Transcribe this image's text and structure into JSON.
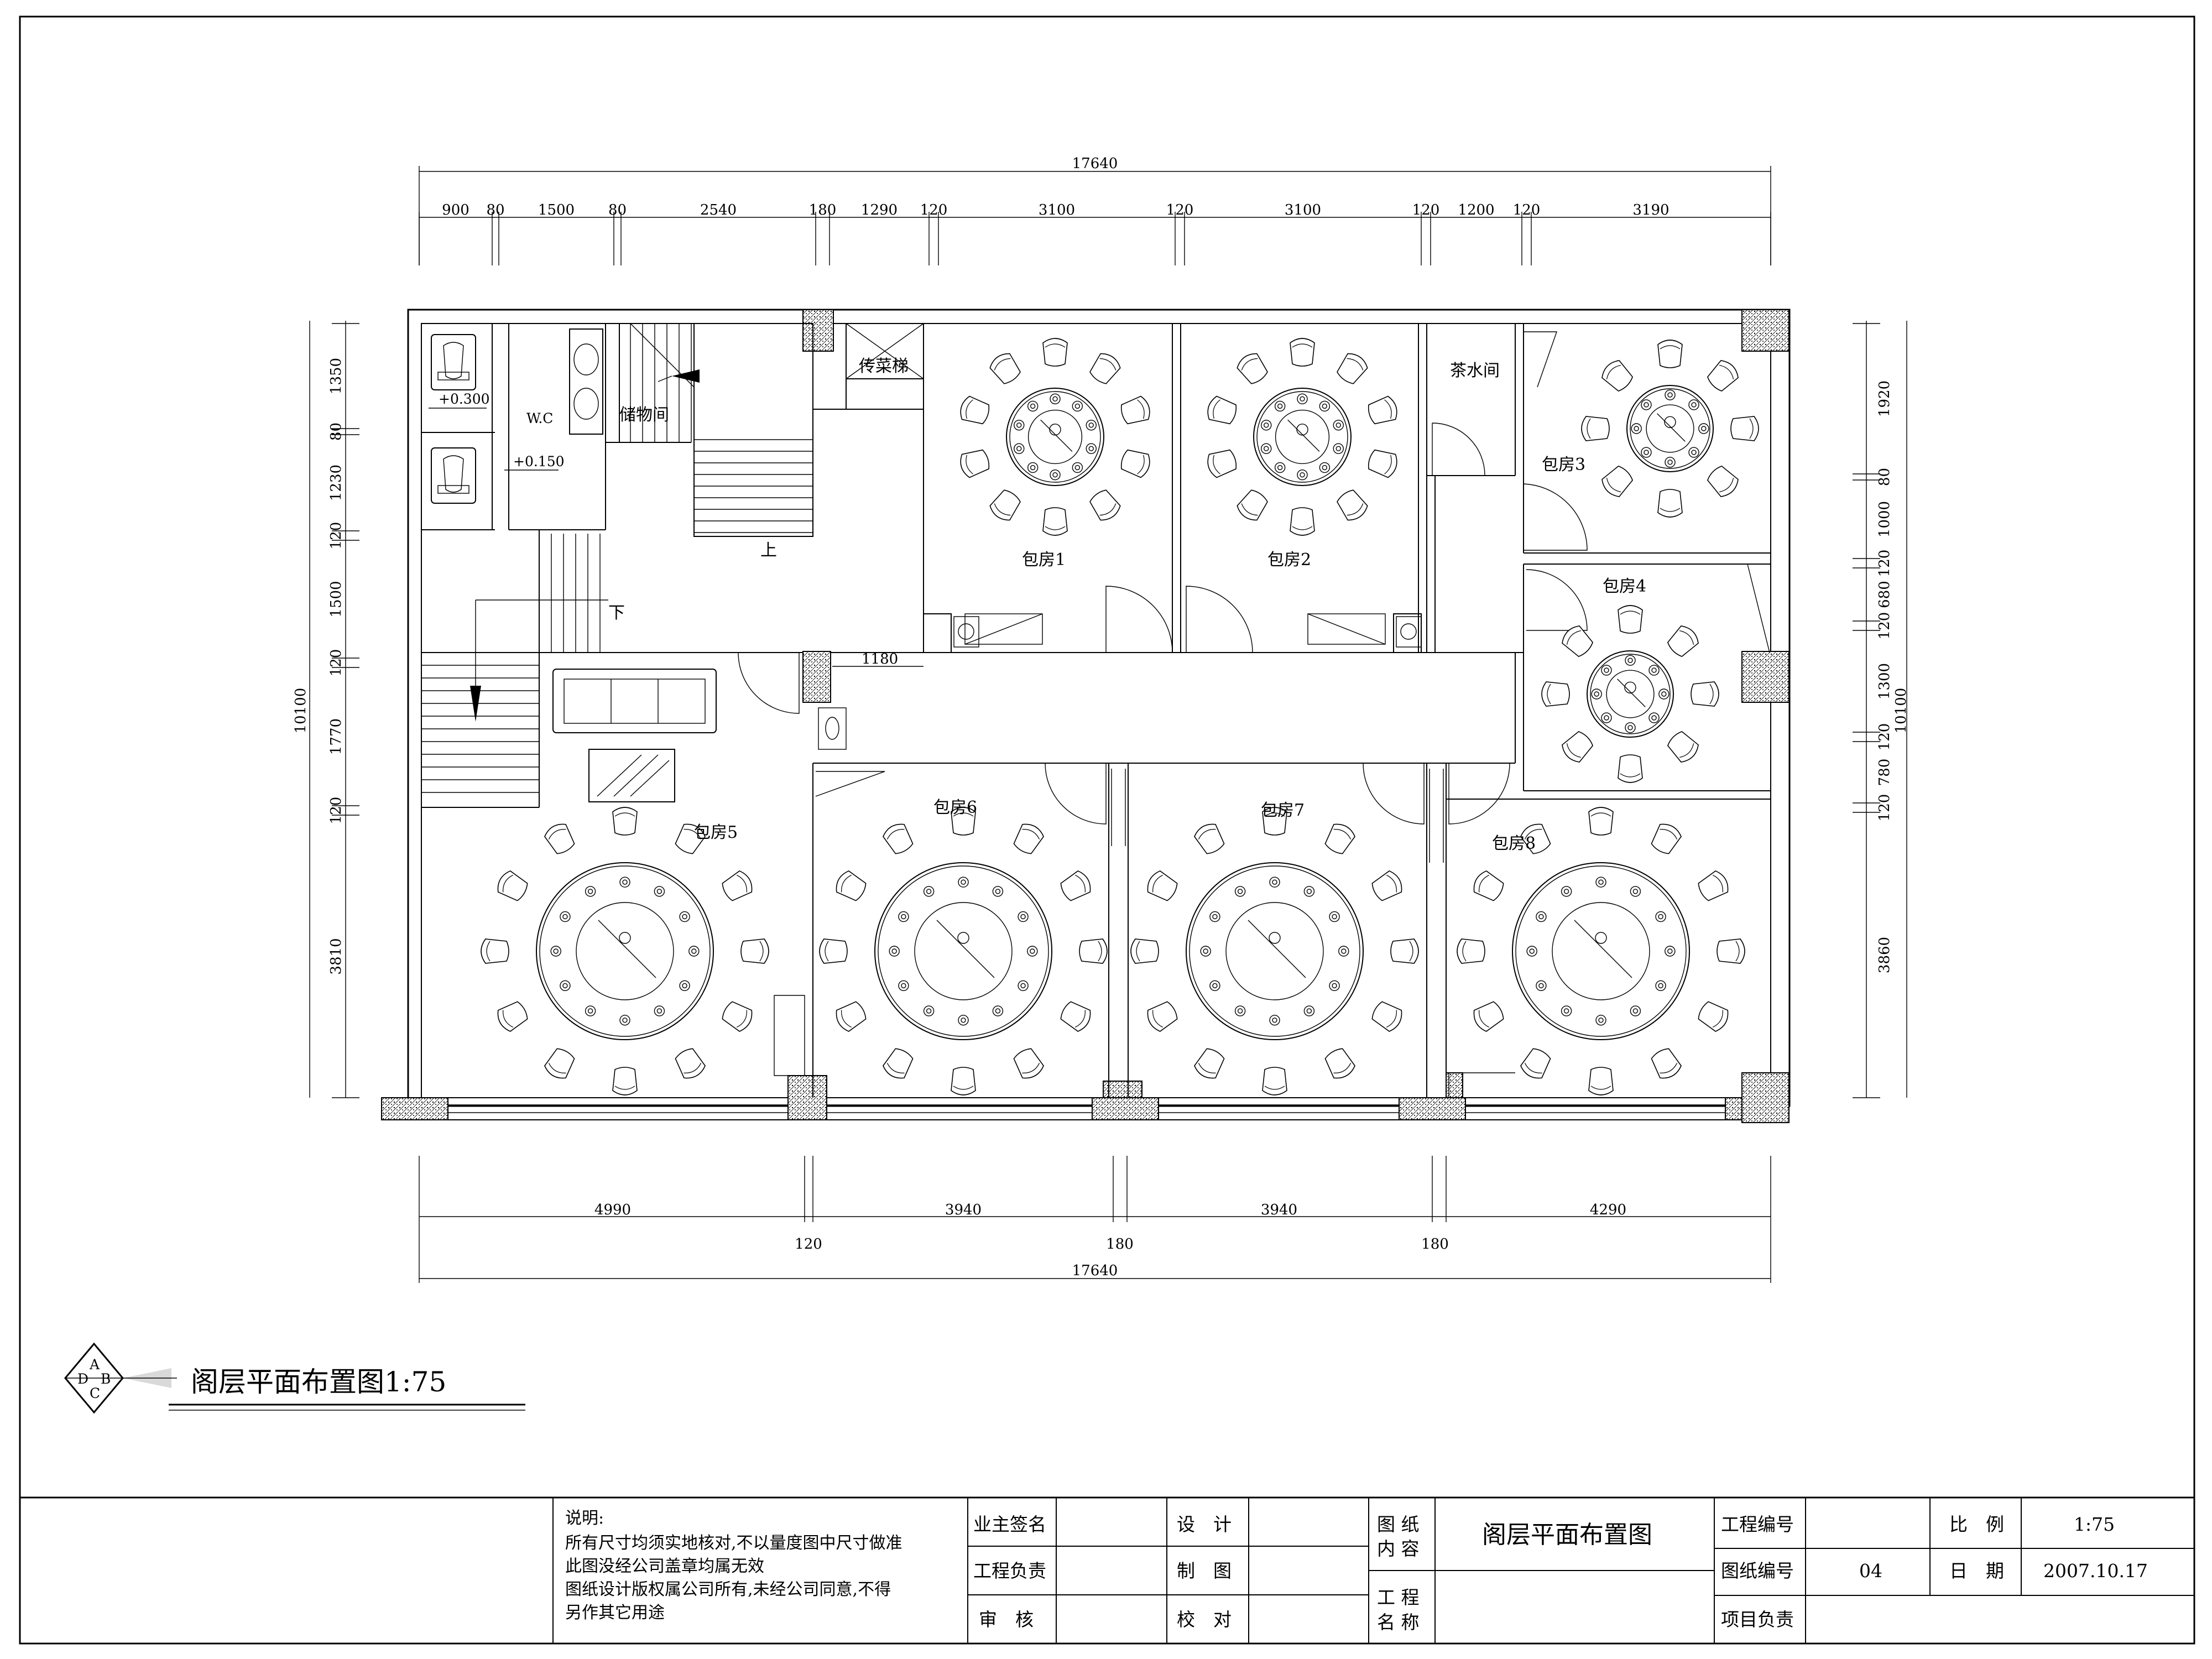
{
  "drawing": {
    "title": "阁层平面布置图1:75",
    "logo_letters": [
      "A",
      "B",
      "C",
      "D"
    ]
  },
  "dimensions": {
    "top_total": "17640",
    "top_segments": [
      "900",
      "80",
      "1500",
      "80",
      "2540",
      "180",
      "1290",
      "120",
      "3100",
      "120",
      "3100",
      "120",
      "1200",
      "120",
      "3190"
    ],
    "bottom_segments": [
      "4990",
      "3940",
      "3940",
      "4290"
    ],
    "bottom_gaps": [
      "120",
      "180",
      "180"
    ],
    "bottom_total": "17640",
    "left_total": "10100",
    "left_segments": [
      "1350",
      "80",
      "1230",
      "120",
      "1500",
      "120",
      "1770",
      "120",
      "3810"
    ],
    "right_total": "10100",
    "right_segments": [
      "1920",
      "80",
      "1000",
      "120",
      "680",
      "120",
      "1300",
      "120",
      "780",
      "120",
      "3860"
    ],
    "corridor": "1180"
  },
  "rooms": {
    "wc": "W.C",
    "storage": "储物间",
    "dumbwaiter": "传菜梯",
    "tea_room": "茶水间",
    "room1": "包房1",
    "room2": "包房2",
    "room3": "包房3",
    "room4": "包房4",
    "room5": "包房5",
    "room6": "包房6",
    "room7": "包房7",
    "room8": "包房8"
  },
  "annotations": {
    "level_1": "+0.300",
    "level_2": "+0.150",
    "stair_up": "上",
    "stair_down": "下"
  },
  "title_block": {
    "notes_heading": "说明:",
    "notes_lines": [
      "所有尺寸均须实地核对,不以量度图中尺寸做准",
      "此图没经公司盖章均属无效",
      "图纸设计版权属公司所有,未经公司同意,不得",
      "另作其它用途"
    ],
    "owner_sign": "业主签名",
    "project_lead": "工程负责",
    "review": "审　核",
    "design": "设　计",
    "drafting": "制　图",
    "check": "校　对",
    "drawing_content_1": "图 纸",
    "drawing_content_2": "内 容",
    "drawing_name_value": "阁层平面布置图",
    "project_name_1": "工 程",
    "project_name_2": "名 称",
    "project_no_label": "工程编号",
    "drawing_no_label": "图纸编号",
    "drawing_no_value": "04",
    "project_manager_label": "项目负责",
    "scale_label": "比　例",
    "scale_value": "1:75",
    "date_label": "日　期",
    "date_value": "2007.10.17"
  }
}
